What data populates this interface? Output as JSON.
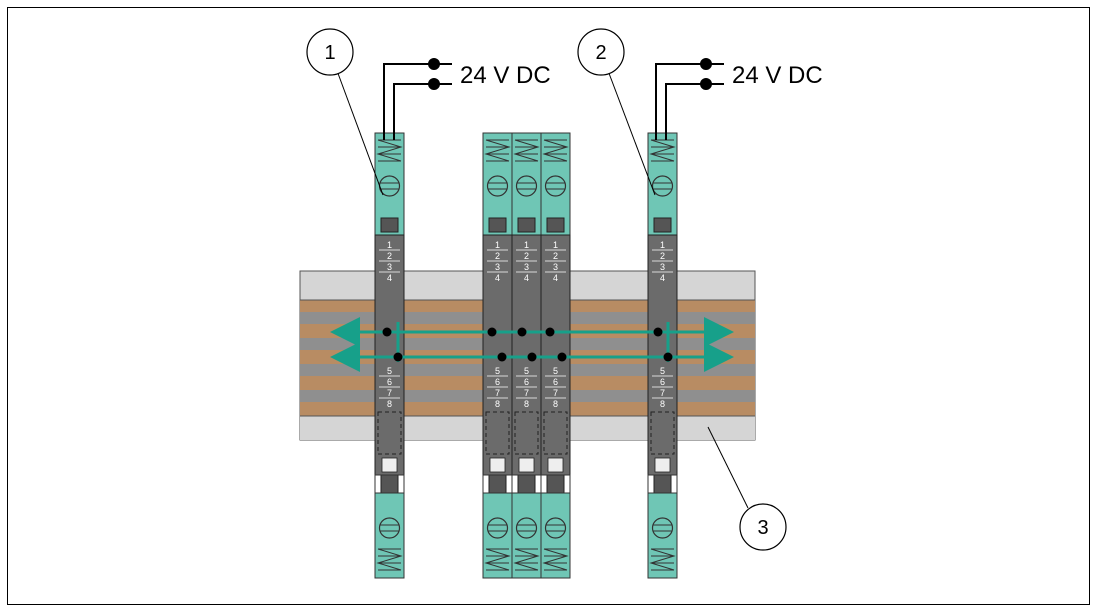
{
  "callouts": {
    "c1": "1",
    "c2": "2",
    "c3": "3"
  },
  "voltage": {
    "left": "24 V DC",
    "right": "24 V DC"
  },
  "terminals": {
    "top": [
      "1",
      "2",
      "3",
      "4"
    ],
    "bottom": [
      "5",
      "6",
      "7",
      "8"
    ]
  },
  "colors": {
    "module_teal": "#6fc6b5",
    "module_gray": "#6b6b6b",
    "rail_light": "#d5d5d5",
    "rail_stripe_brown": "#b88c63",
    "rail_stripe_gray": "#8f8f8f",
    "bus_arrow": "#17a08a"
  }
}
